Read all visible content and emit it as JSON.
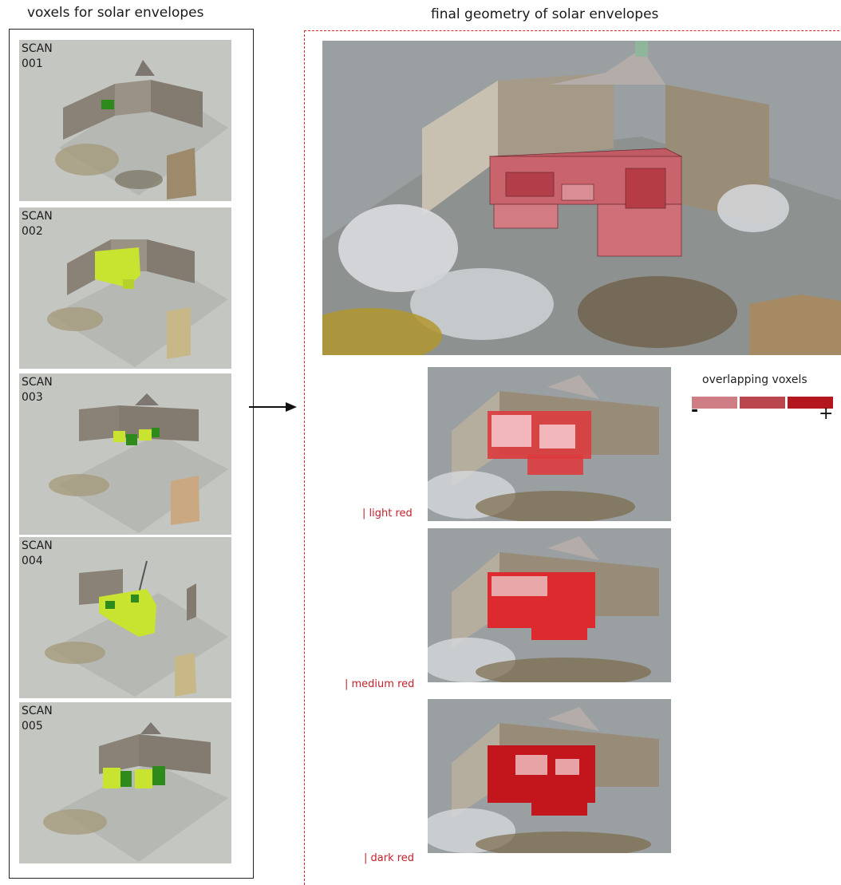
{
  "titles": {
    "left": "voxels for solar envelopes",
    "right": "final geometry of solar envelopes"
  },
  "scans": [
    {
      "line1": "SCAN",
      "line2": "001"
    },
    {
      "line1": "SCAN",
      "line2": "002"
    },
    {
      "line1": "SCAN",
      "line2": "003"
    },
    {
      "line1": "SCAN",
      "line2": "004"
    },
    {
      "line1": "SCAN",
      "line2": "005"
    }
  ],
  "variants": [
    {
      "label": "| light red"
    },
    {
      "label": "| medium red"
    },
    {
      "label": "| dark red"
    }
  ],
  "legend": {
    "title": "overlapping voxels",
    "min_symbol": "-",
    "max_symbol": "+",
    "colors": [
      "#cf7d84",
      "#b9474d",
      "#b3161d"
    ]
  },
  "colors": {
    "dashed_border": "#d8262b",
    "voxel_green": "#c8e330",
    "label_red": "#c6202a"
  }
}
